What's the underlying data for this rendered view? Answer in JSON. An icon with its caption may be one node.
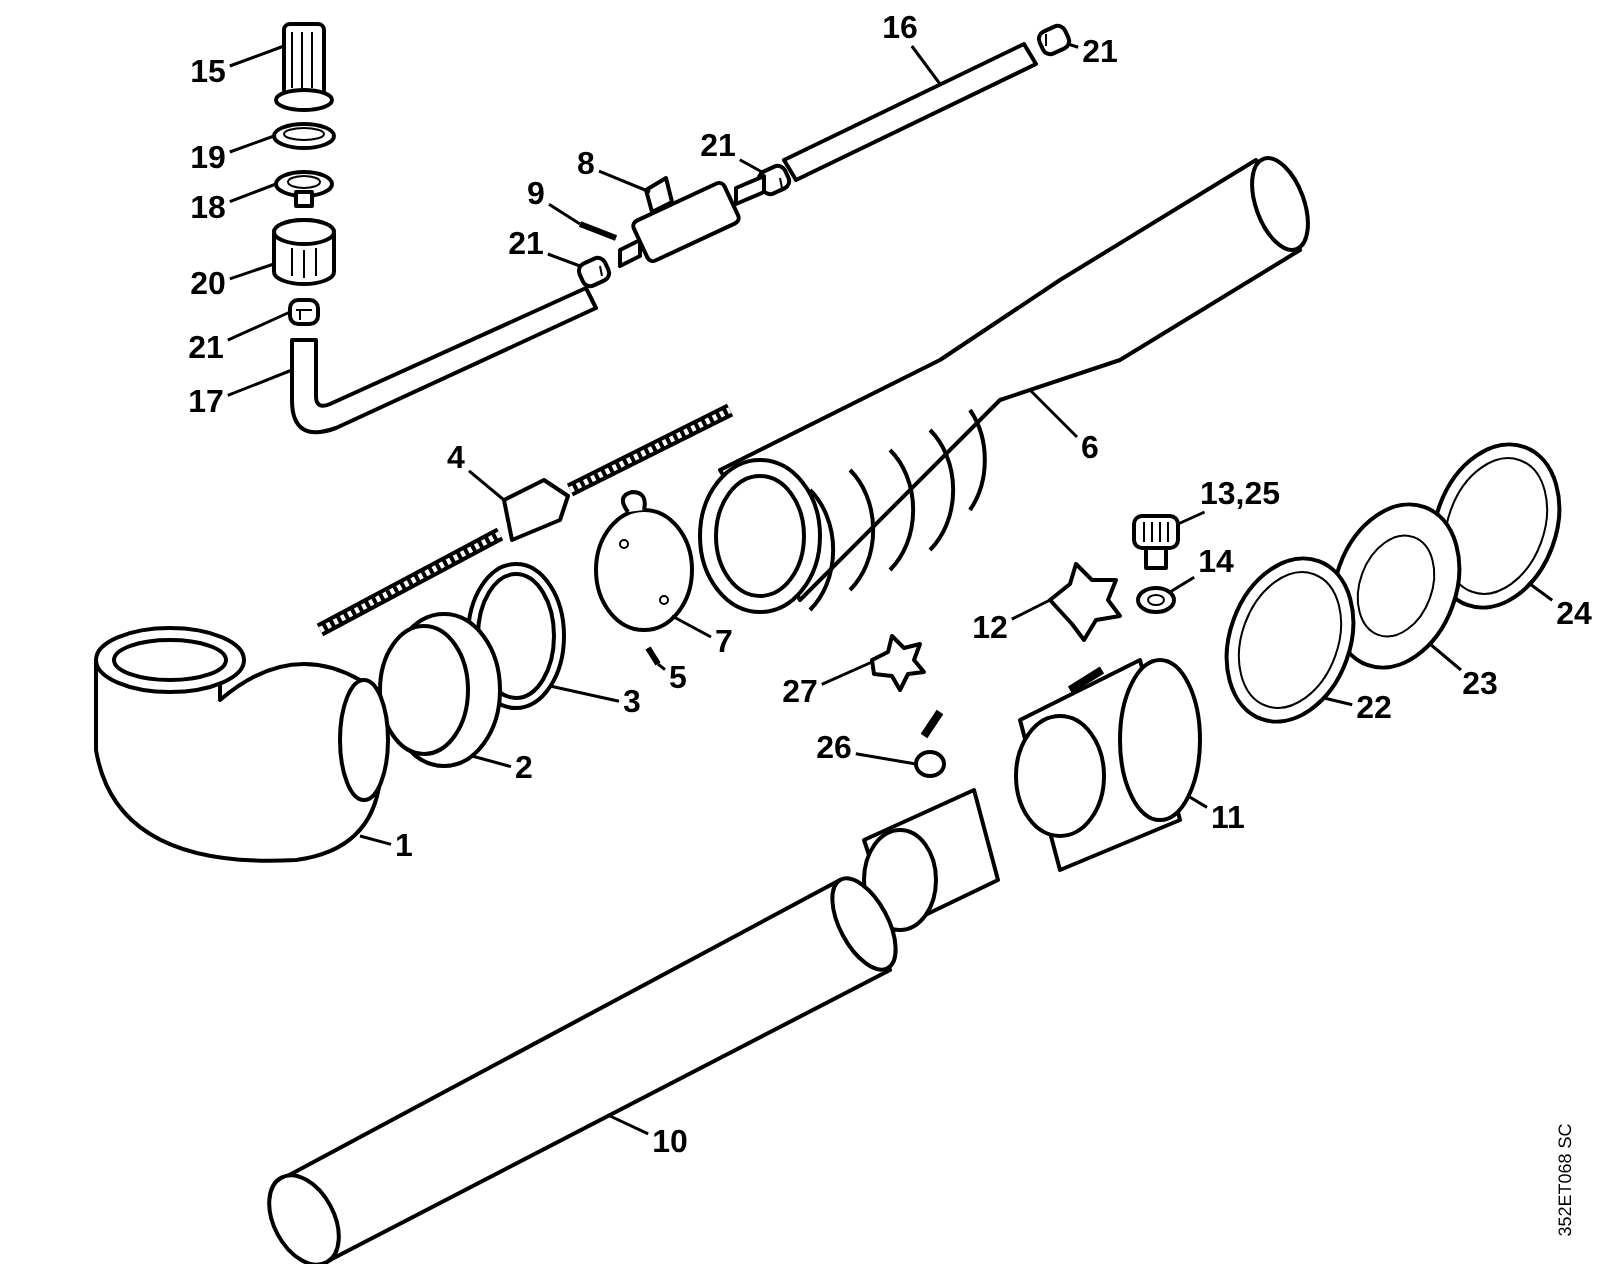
{
  "diagram": {
    "nodes": [
      {
        "text": [
          "16"
        ]
      },
      {
        "text": [
          "21"
        ]
      },
      {
        "text": [
          "15"
        ]
      },
      {
        "text": [
          "21"
        ]
      },
      {
        "text": [
          "19"
        ]
      },
      {
        "text": [
          "8"
        ]
      },
      {
        "text": [
          "9"
        ]
      },
      {
        "text": [
          "18"
        ]
      },
      {
        "text": [
          "21"
        ]
      },
      {
        "text": [
          "20"
        ]
      },
      {
        "text": [
          "21"
        ]
      },
      {
        "text": [
          "17"
        ]
      },
      {
        "text": [
          "6"
        ]
      },
      {
        "text": [
          "4"
        ]
      },
      {
        "text": [
          "13,25"
        ]
      },
      {
        "text": [
          "14"
        ]
      },
      {
        "text": [
          "24"
        ]
      },
      {
        "text": [
          "12"
        ]
      },
      {
        "text": [
          "7"
        ]
      },
      {
        "text": [
          "23"
        ]
      },
      {
        "text": [
          "5"
        ]
      },
      {
        "text": [
          "27"
        ]
      },
      {
        "text": [
          "3"
        ]
      },
      {
        "text": [
          "22"
        ]
      },
      {
        "text": [
          "26"
        ]
      },
      {
        "text": [
          "2"
        ]
      },
      {
        "text": [
          "11"
        ]
      },
      {
        "text": [
          "1"
        ]
      },
      {
        "text": [
          "10"
        ]
      },
      {
        "text": [],
        "shape": "picture"
      },
      {
        "text": [],
        "shape": "picture"
      },
      {
        "text": [],
        "shape": "picture"
      },
      {
        "text": [],
        "shape": "picture"
      },
      {
        "text": [],
        "shape": "picture"
      },
      {
        "text": [],
        "shape": "picture"
      },
      {
        "text": [],
        "shape": "picture"
      },
      {
        "text": [],
        "shape": "picture"
      },
      {
        "text": [],
        "shape": "picture"
      },
      {
        "text": [],
        "shape": "picture"
      },
      {
        "text": [],
        "shape": "picture"
      },
      {
        "text": [],
        "shape": "picture"
      },
      {
        "text": [],
        "shape": "picture"
      },
      {
        "text": [],
        "shape": "picture"
      },
      {
        "text": [],
        "shape": "picture"
      },
      {
        "text": [],
        "shape": "picture"
      },
      {
        "text": [],
        "shape": "picture"
      },
      {
        "text": [],
        "shape": "picture"
      },
      {
        "text": [],
        "shape": "picture"
      },
      {
        "text": [],
        "shape": "picture"
      },
      {
        "text": [],
        "shape": "picture"
      },
      {
        "text": [],
        "shape": "picture"
      },
      {
        "text": [],
        "shape": "picture"
      },
      {
        "text": [],
        "shape": "picture"
      },
      {
        "text": [],
        "shape": "picture"
      },
      {
        "text": [],
        "shape": "picture"
      },
      {
        "text": [],
        "shape": "picture"
      },
      {
        "text": [],
        "shape": "picture"
      },
      {
        "text": [],
        "shape": "picture"
      }
    ],
    "edges": [
      {
        "from": 0,
        "to": 29,
        "arrow": "none"
      },
      {
        "from": 1,
        "to": 30,
        "arrow": "none"
      },
      {
        "from": 2,
        "to": 31,
        "arrow": "none"
      },
      {
        "from": 3,
        "to": 32,
        "arrow": "none"
      },
      {
        "from": 4,
        "to": 33,
        "arrow": "none"
      },
      {
        "from": 5,
        "to": 34,
        "arrow": "none"
      },
      {
        "from": 6,
        "to": 35,
        "arrow": "none"
      },
      {
        "from": 7,
        "to": 36,
        "arrow": "none"
      },
      {
        "from": 8,
        "to": 37,
        "arrow": "none"
      },
      {
        "from": 9,
        "to": 38,
        "arrow": "none"
      },
      {
        "from": 10,
        "to": 39,
        "arrow": "none"
      },
      {
        "from": 11,
        "to": 40,
        "arrow": "none"
      },
      {
        "from": 12,
        "to": 41,
        "arrow": "none"
      },
      {
        "from": 13,
        "to": 42,
        "arrow": "none"
      },
      {
        "from": 14,
        "to": 43,
        "arrow": "none"
      },
      {
        "from": 15,
        "to": 44,
        "arrow": "none"
      },
      {
        "from": 16,
        "to": 45,
        "arrow": "none"
      },
      {
        "from": 17,
        "to": 46,
        "arrow": "none"
      },
      {
        "from": 18,
        "to": 47,
        "arrow": "none"
      },
      {
        "from": 19,
        "to": 48,
        "arrow": "none"
      },
      {
        "from": 20,
        "to": 49,
        "arrow": "none"
      },
      {
        "from": 21,
        "to": 50,
        "arrow": "none"
      },
      {
        "from": 22,
        "to": 51,
        "arrow": "none"
      },
      {
        "from": 23,
        "to": 52,
        "arrow": "none"
      },
      {
        "from": 24,
        "to": 53,
        "arrow": "none"
      },
      {
        "from": 25,
        "to": 54,
        "arrow": "none"
      },
      {
        "from": 26,
        "to": 55,
        "arrow": "none"
      },
      {
        "from": 27,
        "to": 56,
        "arrow": "none"
      },
      {
        "from": 28,
        "to": 57,
        "arrow": "none"
      }
    ],
    "labels": [
      "352ET068 SC"
    ]
  }
}
